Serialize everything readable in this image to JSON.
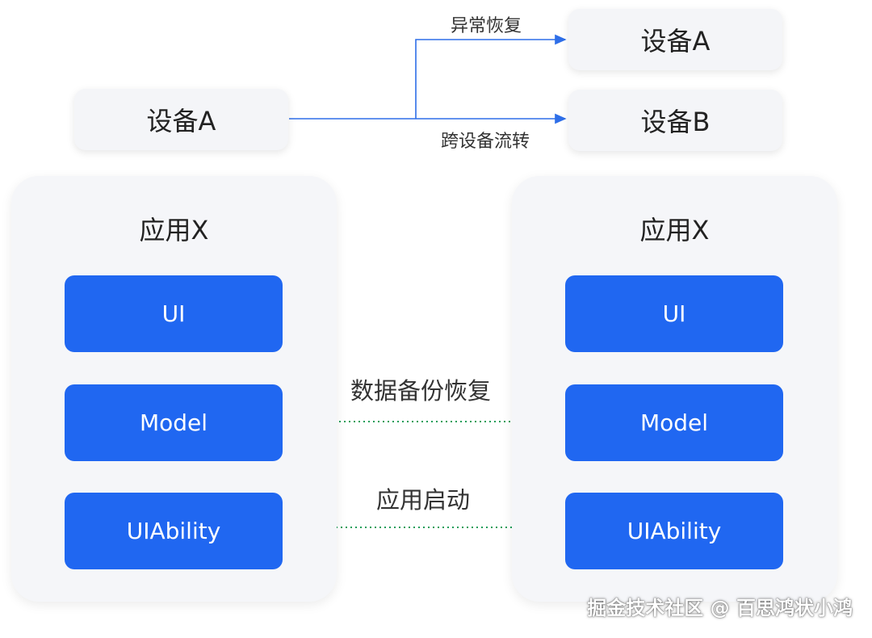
{
  "source_device": {
    "label": "设备A"
  },
  "targets": [
    {
      "label": "设备A"
    },
    {
      "label": "设备B"
    }
  ],
  "branch_labels": {
    "upper": "异常恢复",
    "lower": "跨设备流转"
  },
  "apps": [
    {
      "title": "应用X",
      "layers": [
        "UI",
        "Model",
        "UIAbility"
      ]
    },
    {
      "title": "应用X",
      "layers": [
        "UI",
        "Model",
        "UIAbility"
      ]
    }
  ],
  "flows": {
    "data": "数据备份恢复",
    "launch": "应用启动"
  },
  "colors": {
    "block": "#2067f1",
    "blue_line": "#2e6ee8",
    "green_line": "#1e9e5a"
  },
  "watermark": "掘金技术社区 @ 百思鸿状小鸿"
}
